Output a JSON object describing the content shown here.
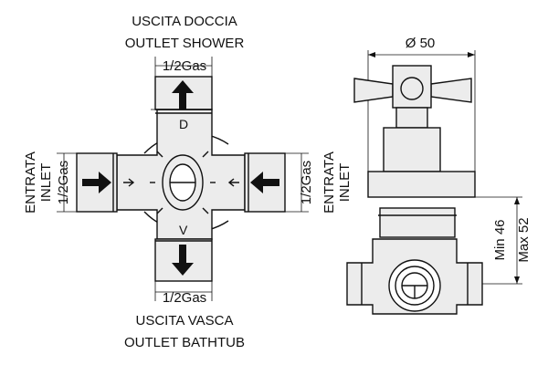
{
  "labels": {
    "top_outlet_it": "USCITA DOCCIA",
    "top_outlet_en": "OUTLET SHOWER",
    "top_gas": "1/2Gas",
    "bottom_gas": "1/2Gas",
    "bottom_outlet_it": "USCITA VASCA",
    "bottom_outlet_en": "OUTLET BATHTUB",
    "left_inlet_it": "ENTRATA",
    "left_inlet_en": "INLET",
    "left_gas": "1/2Gas",
    "right_gas": "1/2Gas",
    "right_inlet_it": "ENTRATA",
    "right_inlet_en": "INLET",
    "diameter": "Ø 50",
    "min_depth": "Min 46",
    "max_depth": "Max 52",
    "mark_top": "D",
    "mark_bottom": "V"
  }
}
